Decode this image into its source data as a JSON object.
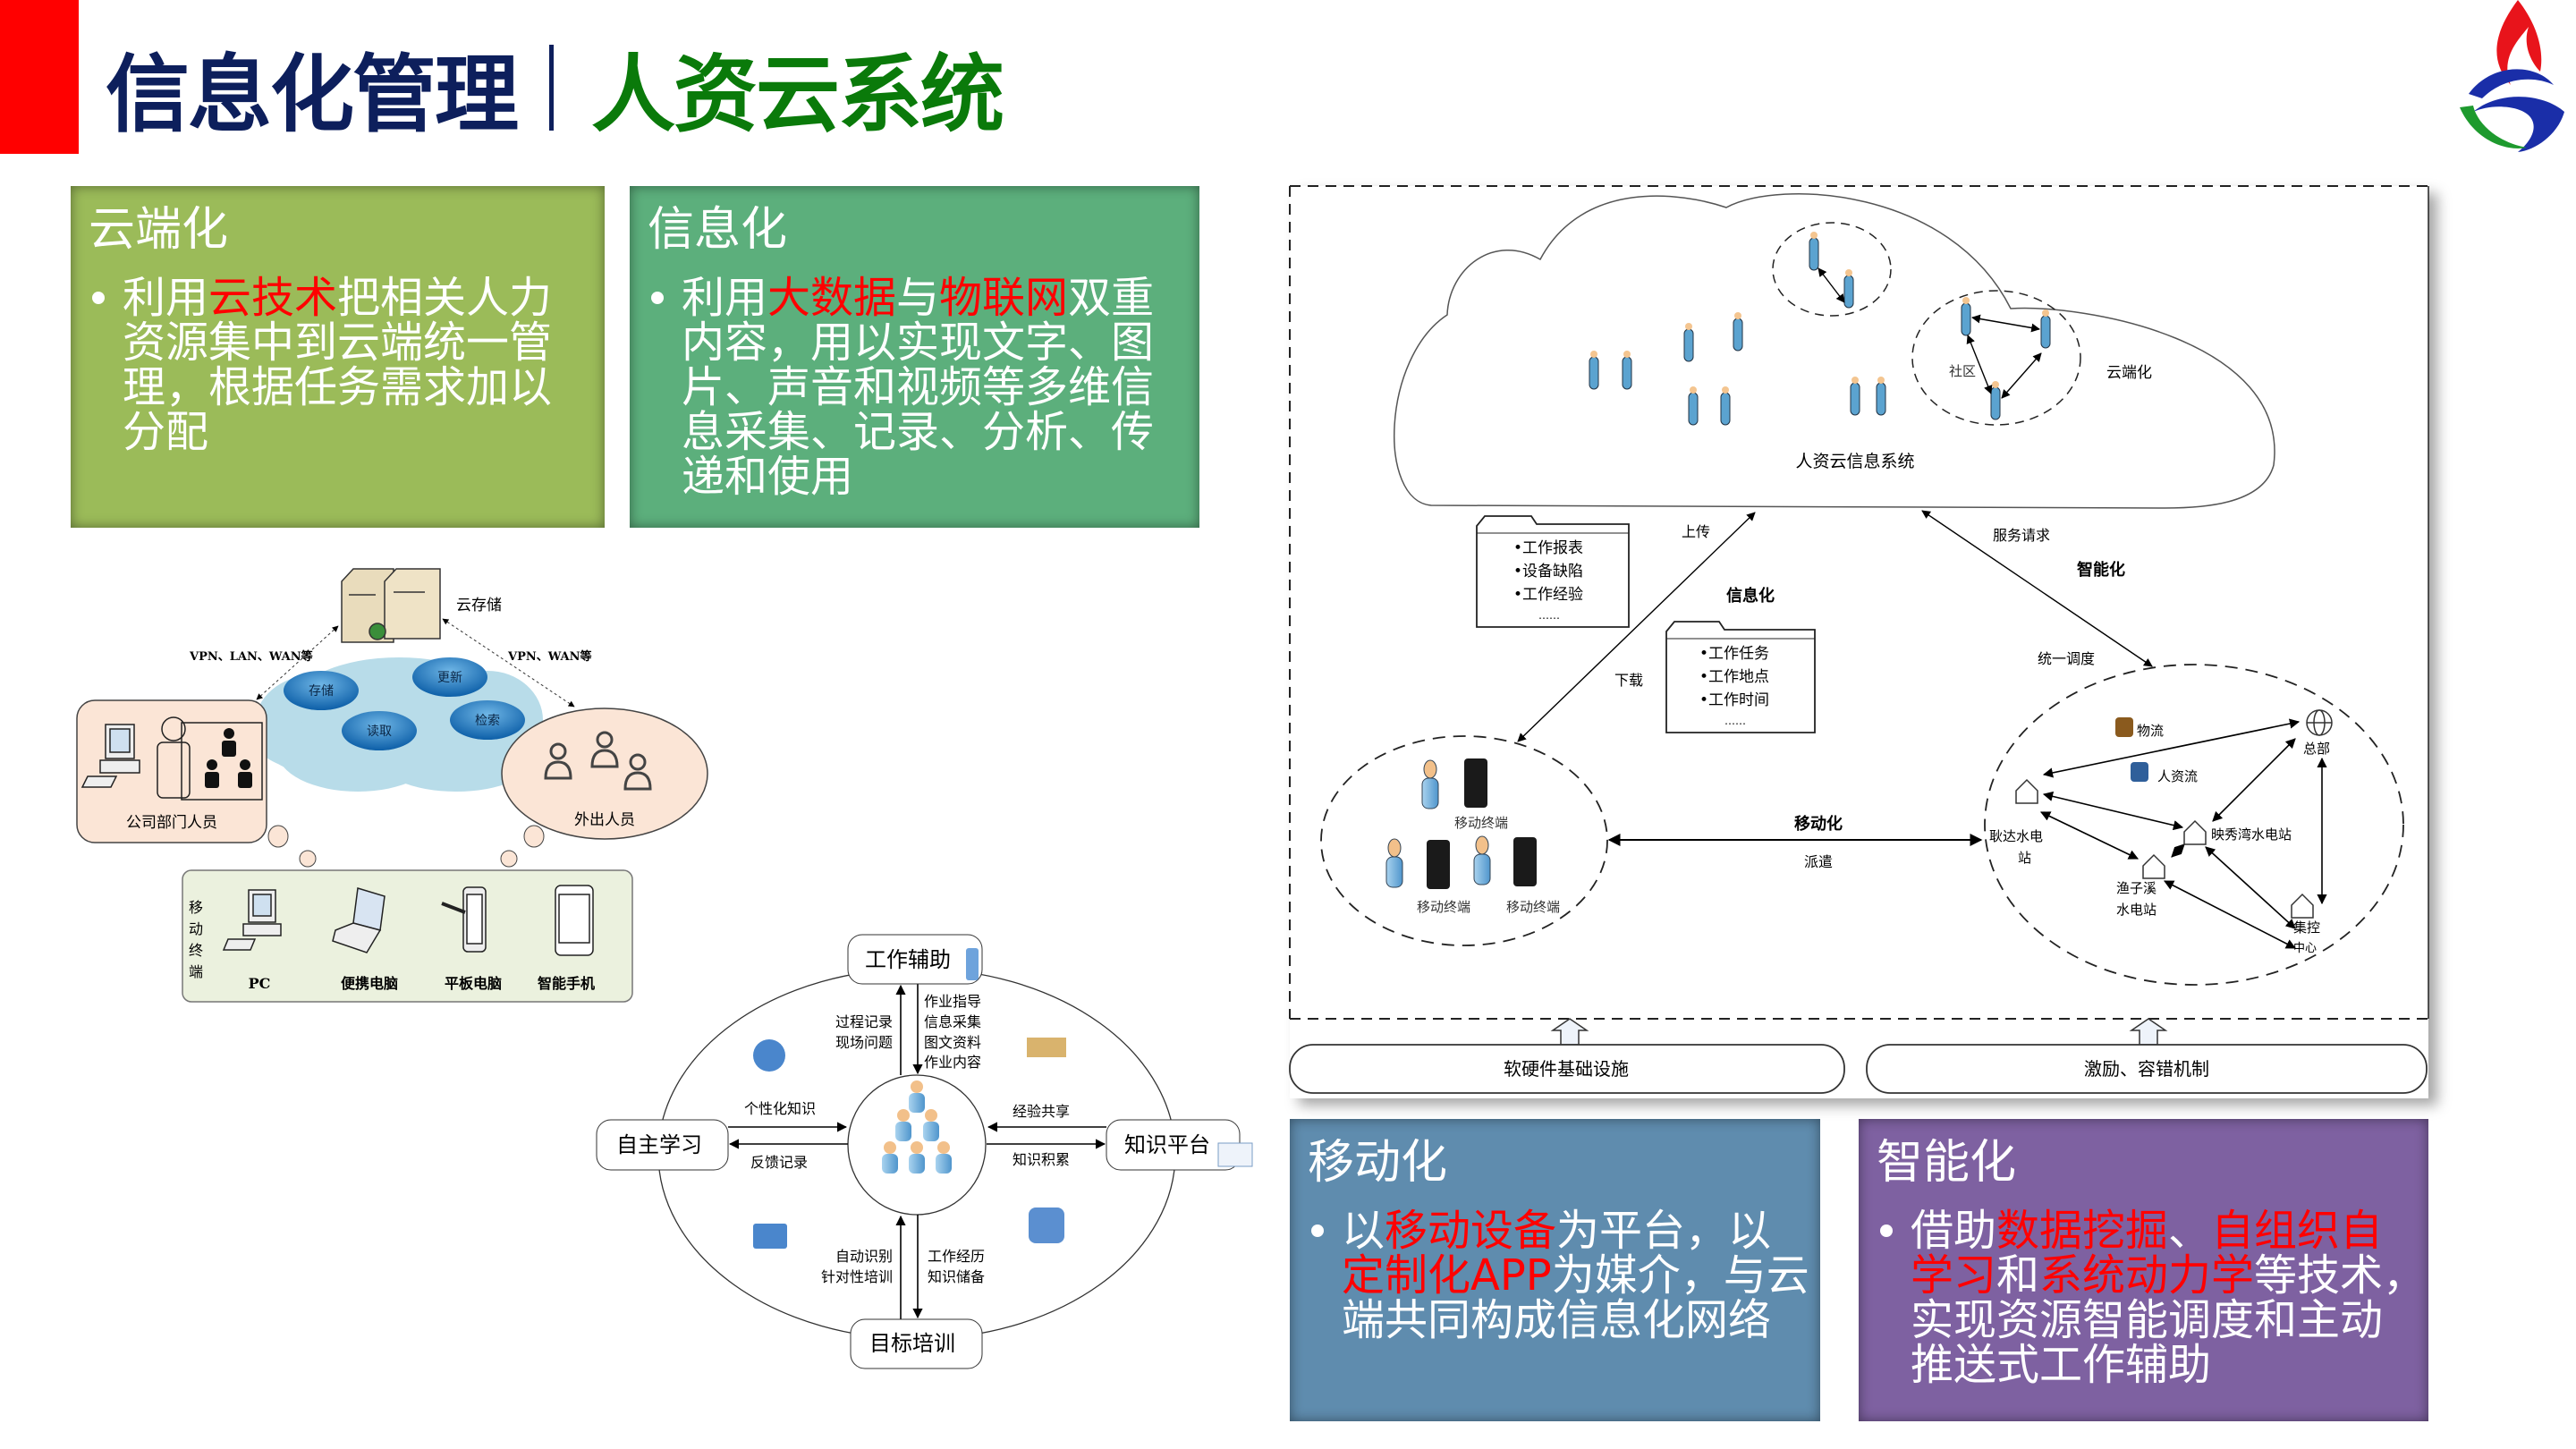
{
  "header": {
    "title_part1": "信息化管理",
    "title_part2": "人资云系统"
  },
  "cards": [
    {
      "title": "云端化",
      "lines": [
        [
          {
            "t": "利用"
          },
          {
            "t": "云技术",
            "hl": true
          },
          {
            "t": "把相关人力"
          }
        ],
        [
          {
            "t": "资源集中到云端统一管"
          }
        ],
        [
          {
            "t": "理，根据任务需求加以"
          }
        ],
        [
          {
            "t": "分配"
          }
        ]
      ]
    },
    {
      "title": "信息化",
      "lines": [
        [
          {
            "t": "利用"
          },
          {
            "t": "大数据",
            "hl": true
          },
          {
            "t": "与"
          },
          {
            "t": "物联网",
            "hl": true
          },
          {
            "t": "双重"
          }
        ],
        [
          {
            "t": "内容，用以实现文字、图"
          }
        ],
        [
          {
            "t": "片、声音和视频等多维信"
          }
        ],
        [
          {
            "t": "息采集、记录、分析、传"
          }
        ],
        [
          {
            "t": "递和使用"
          }
        ]
      ]
    },
    {
      "title": "移动化",
      "lines": [
        [
          {
            "t": "以"
          },
          {
            "t": "移动设备",
            "hl": true
          },
          {
            "t": "为平台，以"
          }
        ],
        [
          {
            "t": "定制化APP",
            "hl": true
          },
          {
            "t": "为媒介，与云"
          }
        ],
        [
          {
            "t": "端共同构成信息化网络"
          }
        ]
      ]
    },
    {
      "title": "智能化",
      "lines": [
        [
          {
            "t": "借助"
          },
          {
            "t": "数据挖掘",
            "hl": true
          },
          {
            "t": "、"
          },
          {
            "t": "自组织自",
            "hl": true
          }
        ],
        [
          {
            "t": "学习",
            "hl": true
          },
          {
            "t": "和"
          },
          {
            "t": "系统动力学",
            "hl": true
          },
          {
            "t": "等技术，"
          }
        ],
        [
          {
            "t": "实现资源智能调度和主动"
          }
        ],
        [
          {
            "t": "推送式工作辅助"
          }
        ]
      ]
    }
  ],
  "cloud_storage_diagram": {
    "storage_label": "云存储",
    "link_left": "VPN、LAN、WAN等",
    "link_right": "VPN、WAN等",
    "cloud_ops": [
      "存储",
      "更新",
      "读取",
      "检索"
    ],
    "company_staff": "公司部门人员",
    "field_staff": "外出人员",
    "terminal_group": [
      "移",
      "动",
      "终",
      "端"
    ],
    "devices": [
      "PC",
      "便携电脑",
      "平板电脑",
      "智能手机"
    ]
  },
  "knowledge_cycle": {
    "nodes": {
      "top": "工作辅助",
      "left": "自主学习",
      "right": "知识平台",
      "bottom": "目标培训"
    },
    "top_up": [
      "过程记录",
      "现场问题"
    ],
    "top_down": [
      "作业指导",
      "信息采集",
      "图文资料",
      "作业内容"
    ],
    "left_in": "个性化知识",
    "left_out": "反馈记录",
    "right_in": "经验共享",
    "right_out": "知识积累",
    "bottom_up": [
      "自动识别",
      "针对性培训"
    ],
    "bottom_down": [
      "工作经历",
      "知识储备"
    ]
  },
  "system_diagram": {
    "cloud_label": "人资云信息系统",
    "community": "社区",
    "cloud_tag": "云端化",
    "upload": "上传",
    "download": "下载",
    "info_tag": "信息化",
    "folder1": [
      "•工作报表",
      "•设备缺陷",
      "•工作经验",
      "……"
    ],
    "folder2": [
      "•工作任务",
      "•工作地点",
      "•工作时间",
      "……"
    ],
    "service_request": "服务请求",
    "smart_tag": "智能化",
    "dispatch_center": "统一调度",
    "mobile_terminal": "移动终端",
    "mobile_tag": "移动化",
    "dispatch": "派遣",
    "flows": [
      "物流",
      "人资流"
    ],
    "stations": {
      "hq": "总部",
      "gengda": [
        "耿达水电",
        "站"
      ],
      "yingxiuwan": "映秀湾水电站",
      "yuzixi": [
        "渔子溪",
        "水电站"
      ],
      "control": [
        "集控",
        "中心"
      ]
    },
    "foundation": [
      "软硬件基础设施",
      "激励、容错机制"
    ]
  },
  "colors": {
    "title_blue": "#0d1f5c",
    "title_green": "#0a7a0a",
    "highlight": "#ff0000",
    "card_cloud": "#9bbb59",
    "card_info": "#5caf7c",
    "card_mobile": "#5f8cae",
    "card_smart": "#7e61a1"
  }
}
